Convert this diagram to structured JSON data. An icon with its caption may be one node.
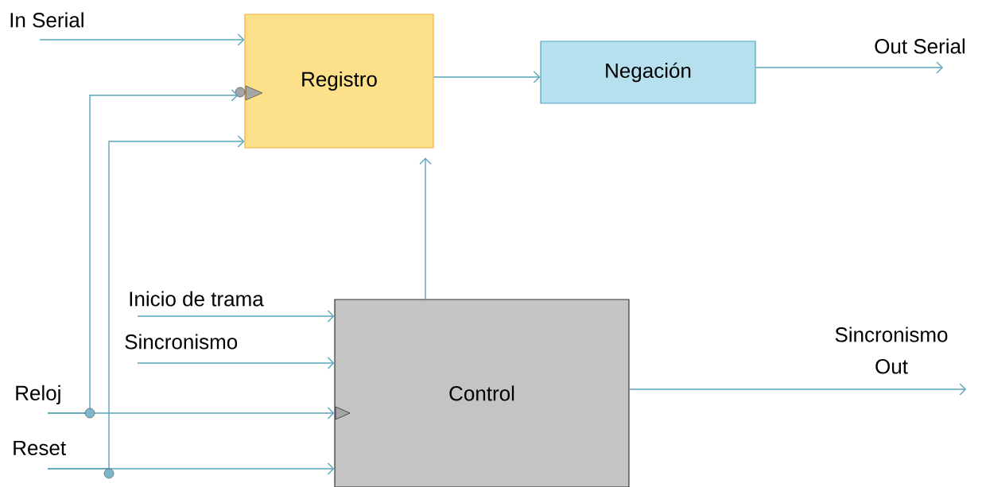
{
  "diagram": {
    "nodes": [
      {
        "text": [
          "In Serial"
        ]
      },
      {
        "text": [
          "Registro"
        ]
      },
      {
        "text": [
          "Negación"
        ]
      },
      {
        "text": [
          "Out Serial"
        ]
      },
      {
        "text": [
          "Inicio de trama"
        ]
      },
      {
        "text": [
          "Sincronismo"
        ]
      },
      {
        "text": [
          "Control"
        ]
      },
      {
        "text": [
          "Reloj"
        ]
      },
      {
        "text": [
          "Reset"
        ]
      },
      {
        "text": [
          "Sincronismo Out"
        ]
      }
    ],
    "edges": [
      {
        "from": 0,
        "to": 1,
        "arrow": "to"
      },
      {
        "from": 7,
        "to": 1,
        "arrow": "to"
      },
      {
        "from": 7,
        "to": 6,
        "arrow": "to"
      },
      {
        "from": 8,
        "to": 1,
        "arrow": "to"
      },
      {
        "from": 8,
        "to": 6,
        "arrow": "to"
      },
      {
        "from": 1,
        "to": 2,
        "arrow": "to"
      },
      {
        "from": 2,
        "to": 3,
        "arrow": "to"
      },
      {
        "from": 6,
        "to": 1,
        "arrow": "to"
      },
      {
        "from": 4,
        "to": 6,
        "arrow": "to"
      },
      {
        "from": 5,
        "to": 6,
        "arrow": "to"
      },
      {
        "from": 6,
        "to": 9,
        "arrow": "to"
      }
    ]
  }
}
